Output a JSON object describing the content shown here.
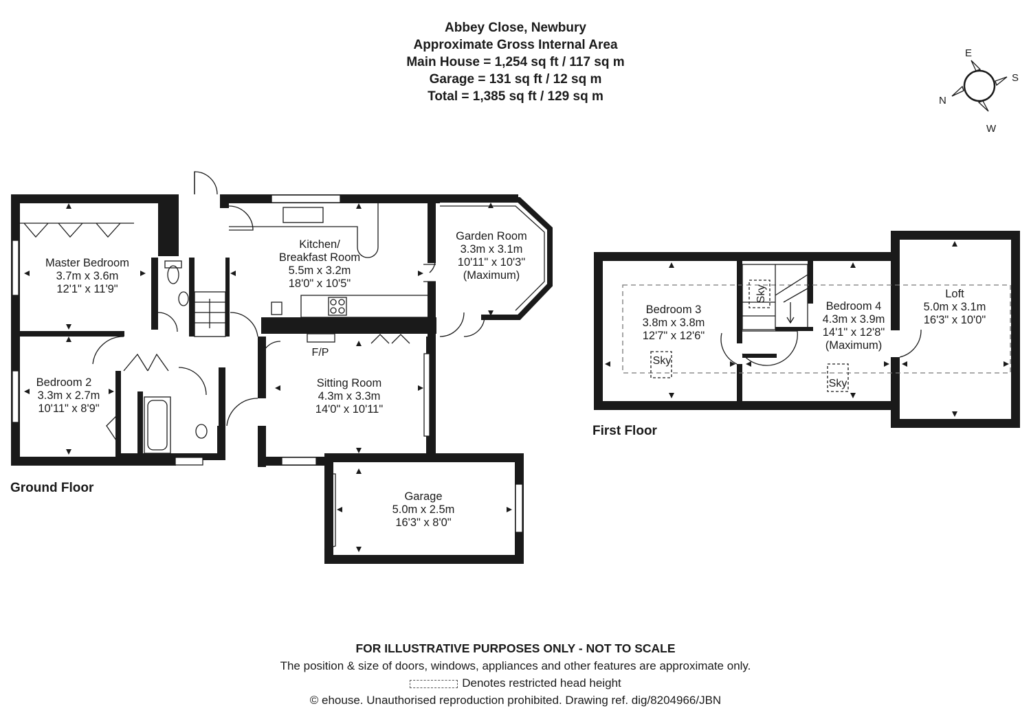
{
  "header": {
    "address": "Abbey Close, Newbury",
    "subtitle": "Approximate Gross Internal Area",
    "main_house": "Main House = 1,254 sq ft / 117 sq m",
    "garage_area": "Garage = 131 sq ft / 12 sq m",
    "total": "Total = 1,385 sq ft / 129 sq m"
  },
  "compass": {
    "north": "N",
    "east": "E",
    "south": "S",
    "west": "W"
  },
  "floors": {
    "ground": "Ground Floor",
    "first": "First Floor"
  },
  "rooms": {
    "master_bedroom": {
      "name": "Master Bedroom",
      "metric": "3.7m x 3.6m",
      "imperial": "12'1\" x 11'9\""
    },
    "kitchen": {
      "name": "Kitchen/",
      "name2": "Breakfast Room",
      "metric": "5.5m x 3.2m",
      "imperial": "18'0\" x 10'5\""
    },
    "garden_room": {
      "name": "Garden Room",
      "metric": "3.3m x 3.1m",
      "imperial": "10'11\" x 10'3\"",
      "note": "(Maximum)"
    },
    "bedroom2": {
      "name": "Bedroom 2",
      "metric": "3.3m x 2.7m",
      "imperial": "10'11\" x 8'9\""
    },
    "sitting_room": {
      "name": "Sitting Room",
      "metric": "4.3m x 3.3m",
      "imperial": "14'0\" x 10'11\""
    },
    "garage": {
      "name": "Garage",
      "metric": "5.0m x 2.5m",
      "imperial": "16'3\" x 8'0\""
    },
    "bedroom3": {
      "name": "Bedroom 3",
      "metric": "3.8m x 3.8m",
      "imperial": "12'7\" x 12'6\""
    },
    "bedroom4": {
      "name": "Bedroom 4",
      "metric": "4.3m x 3.9m",
      "imperial": "14'1\" x 12'8\"",
      "note": "(Maximum)"
    },
    "loft": {
      "name": "Loft",
      "metric": "5.0m x 3.1m",
      "imperial": "16'3\" x 10'0\""
    }
  },
  "labels": {
    "fp": "F/P",
    "sky1": "Sky",
    "sky2": "Sky",
    "sky3": "Sky"
  },
  "footer": {
    "disclaimer": "FOR ILLUSTRATIVE PURPOSES ONLY - NOT TO SCALE",
    "note": "The position & size of doors, windows, appliances and other features are approximate only.",
    "restricted": "Denotes restricted head height",
    "copyright": "© ehouse. Unauthorised reproduction prohibited. Drawing ref. dig/8204966/JBN"
  }
}
